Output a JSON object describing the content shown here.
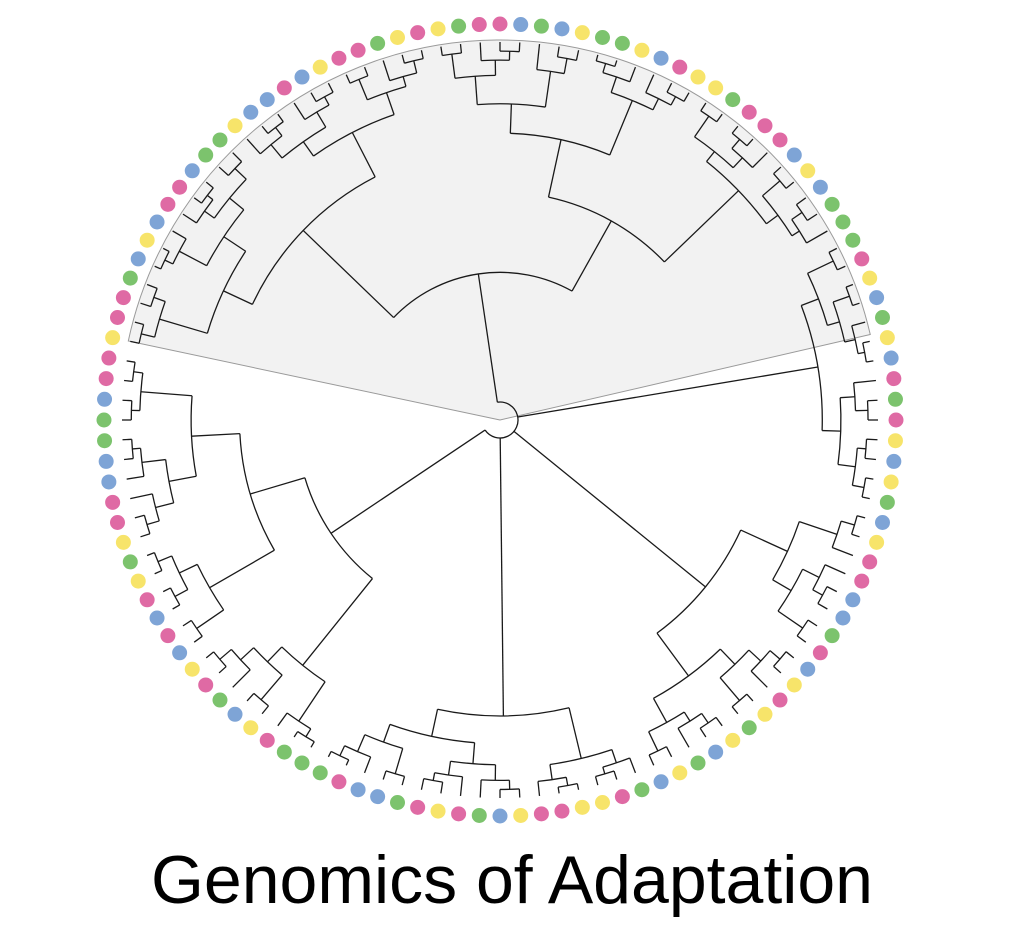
{
  "title": "Genomics of Adaptation",
  "tree": {
    "tip_count": 120,
    "highlighted_clade": "upper sector (light gray wedge)",
    "colors": {
      "blue": "#7ea4d6",
      "pink": "#df6aa4",
      "green": "#7cc36d",
      "yellow": "#f7e46a",
      "branch": "#1a1a1a",
      "highlight_fill": "#f2f2f2",
      "highlight_edge": "#9a9a9a"
    },
    "tip_colors": [
      "yellow",
      "pink",
      "pink",
      "green",
      "blue",
      "yellow",
      "blue",
      "pink",
      "pink",
      "blue",
      "green",
      "green",
      "yellow",
      "blue",
      "blue",
      "pink",
      "blue",
      "yellow",
      "pink",
      "pink",
      "green",
      "yellow",
      "pink",
      "yellow",
      "green",
      "pink",
      "pink",
      "blue",
      "green",
      "blue",
      "yellow",
      "green",
      "green",
      "yellow",
      "blue",
      "pink",
      "yellow",
      "yellow",
      "green",
      "pink",
      "pink",
      "pink",
      "blue",
      "yellow",
      "blue",
      "green",
      "green",
      "green",
      "pink",
      "yellow",
      "blue",
      "green",
      "yellow",
      "blue",
      "pink",
      "green",
      "pink",
      "yellow",
      "blue",
      "yellow",
      "green",
      "blue",
      "yellow",
      "pink",
      "pink",
      "blue",
      "blue",
      "green",
      "pink",
      "blue",
      "yellow",
      "pink",
      "yellow",
      "green",
      "yellow",
      "blue",
      "green",
      "yellow",
      "blue",
      "green",
      "pink",
      "yellow",
      "yellow",
      "pink",
      "pink",
      "yellow",
      "blue",
      "green",
      "pink",
      "yellow",
      "pink",
      "green",
      "blue",
      "blue",
      "pink",
      "green",
      "green",
      "green",
      "pink",
      "yellow",
      "blue",
      "green",
      "pink",
      "yellow",
      "blue",
      "pink",
      "blue",
      "pink",
      "yellow",
      "green",
      "yellow",
      "pink",
      "pink",
      "blue",
      "blue",
      "green",
      "green",
      "blue",
      "pink",
      "pink"
    ]
  }
}
